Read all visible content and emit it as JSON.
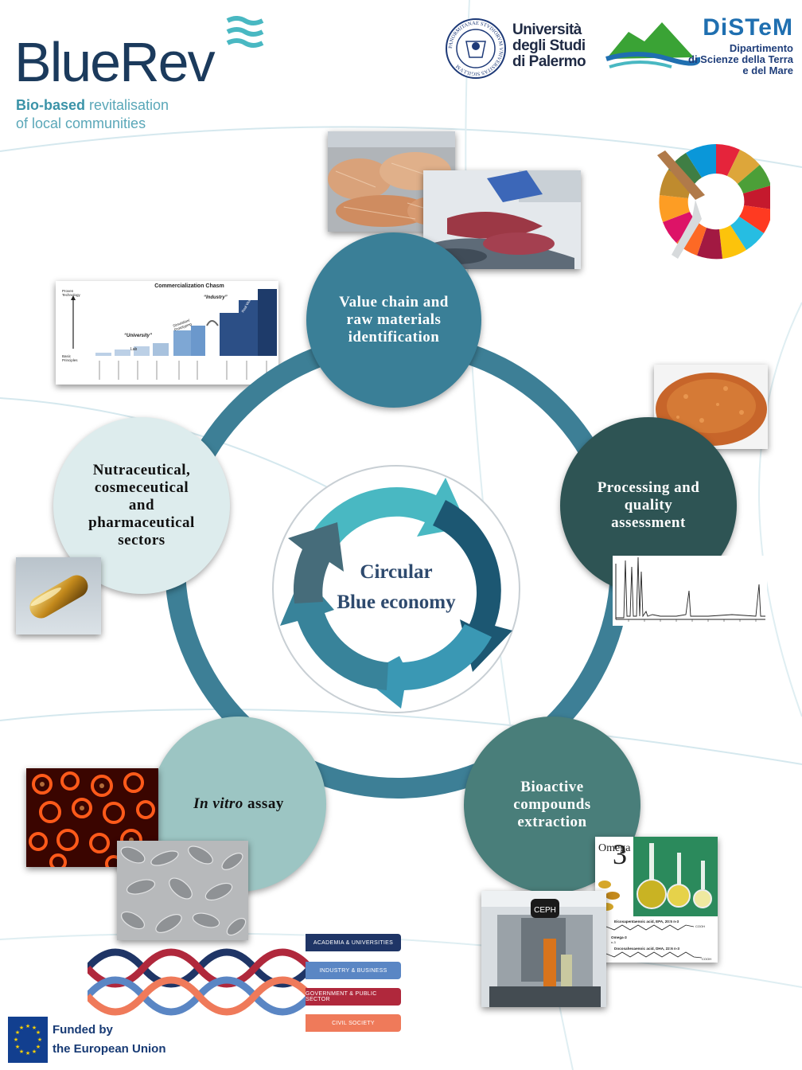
{
  "brand": {
    "name": "BlueRev",
    "tagline_bold": "Bio-based",
    "tagline_rest": " revitalisation",
    "tagline_line2": "of local communities"
  },
  "partners": {
    "university_line1": "Università",
    "university_line2": "degli Studi",
    "university_line3": "di Palermo",
    "university_seal_text": "PANORMITANAE STVDIORVM VNIVERSITAS SIGILLVM",
    "department_name": "DiSTeM",
    "department_line1": "Dipartimento",
    "department_line2": "di Scienze della Terra",
    "department_line3": "e del Mare"
  },
  "cycle": {
    "center_title": "Circular\nBlue economy",
    "nodes": [
      {
        "label": "Value chain and\nraw materials\nidentification",
        "color": "#3a7f97"
      },
      {
        "label": "Processing and\nquality\nassessment",
        "color": "#2e5454"
      },
      {
        "label": "Bioactive\ncompounds\nextraction",
        "color": "#497e7a"
      },
      {
        "label_italic": "In vitro",
        "label_rest": " assay",
        "color": "#9cc5c3"
      },
      {
        "label": "Nutraceutical,\ncosmeceutical\nand\npharmaceutical\nsectors",
        "color": "#ddeced"
      }
    ]
  },
  "trl_chart": {
    "title": "Commercialization Chasm",
    "y_top": "Proven\nTechnology",
    "y_bottom": "Basic\nPrinciples",
    "labels": [
      "“University”",
      "Lab",
      "Simulation/\nPrototyping",
      "“Industry”",
      "Real World"
    ]
  },
  "omega_panel": {
    "title": "Omega",
    "title_number": "3",
    "epa": "Eicosapentaenoic acid, EPA, 20:5 n-3",
    "omega": "Omega-3",
    "omega_sub": "n-3",
    "dha": "Docosahexaenoic acid, DHA, 22:6 n-3",
    "ch3": "CH₃",
    "cooh": "COOH"
  },
  "instrument_label": "CEPH",
  "stakeholders": [
    {
      "label": "ACADEMIA & UNIVERSITIES",
      "color": "#1f3566"
    },
    {
      "label": "INDUSTRY & BUSINESS",
      "color": "#5a86c4"
    },
    {
      "label": "GOVERNMENT & PUBLIC SECTOR",
      "color": "#b0283c"
    },
    {
      "label": "CIVIL SOCIETY",
      "color": "#ef7a5a"
    }
  ],
  "funding": {
    "line1": "Funded by",
    "line2": "the European Union"
  },
  "colors": {
    "ring": "#3d7f96",
    "wheel_light": "#49b8c2",
    "wheel_dark": "#1c5772",
    "wheel_mid": "#3a98b4",
    "wheel_slate": "#466c7a"
  }
}
